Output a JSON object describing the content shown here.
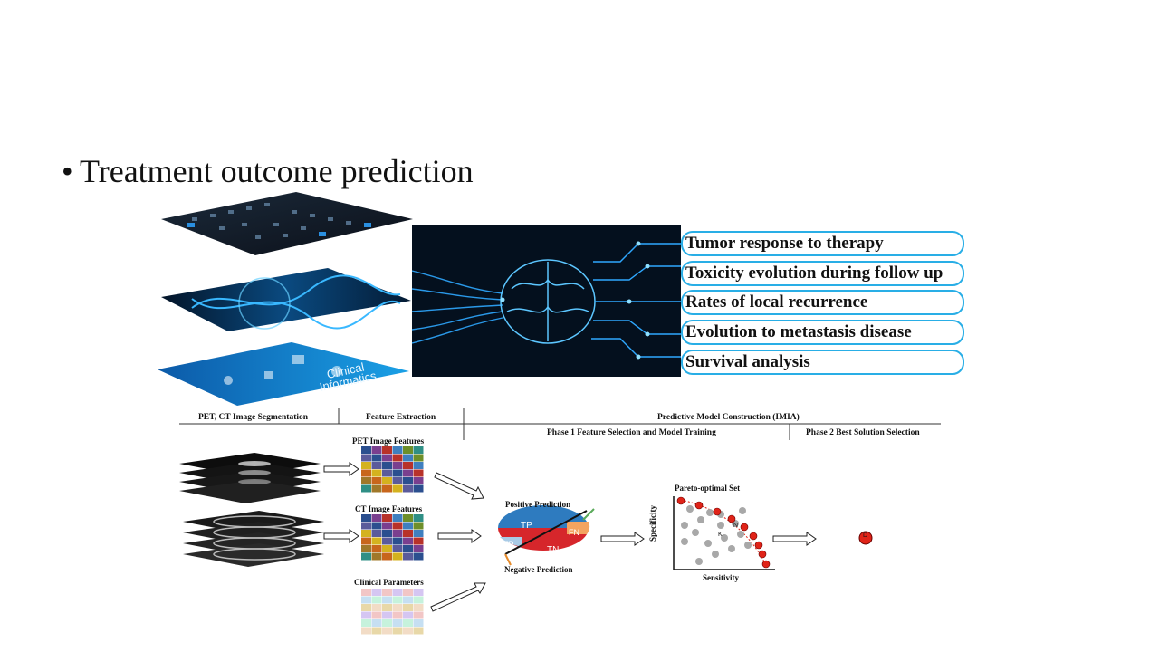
{
  "slide": {
    "bullet_text": "Treatment outcome prediction"
  },
  "outcomes": [
    "Tumor response to therapy",
    "Toxicity evolution during follow up",
    "Rates of local recurrence",
    "Evolution to metastasis disease",
    "Survival analysis"
  ],
  "layers": {
    "clinical_label_1": "Clinical",
    "clinical_label_2": "Informatics"
  },
  "pipeline": {
    "stage1": "PET, CT Image Segmentation",
    "stage2": "Feature Extraction",
    "stage3": "Predictive Model Construction (IMIA)",
    "phase1": "Phase 1  Feature Selection and Model Training",
    "phase2": "Phase 2 Best Solution Selection",
    "pet_features": "PET Image Features",
    "ct_features": "CT Image Features",
    "clinical_params": "Clinical Parameters",
    "positive_prediction": "Positive Prediction",
    "negative_prediction": "Negative Prediction",
    "tp": "TP",
    "fn": "FN",
    "fp": "FP",
    "tn": "TN",
    "pareto_title": "Pareto-optimal  Set",
    "x_axis": "Sensitivity",
    "y_axis": "Specificity",
    "marker_n": "N",
    "marker_k": "K",
    "best_solution_label": "D"
  },
  "colors": {
    "outcome_border": "#29aee6",
    "pareto_point": "#e02318",
    "grey_point": "#a8a8a8",
    "tp": "#2e7bbf",
    "tn": "#d6262b",
    "fn": "#f4a460",
    "fp": "#a9cbe6"
  }
}
